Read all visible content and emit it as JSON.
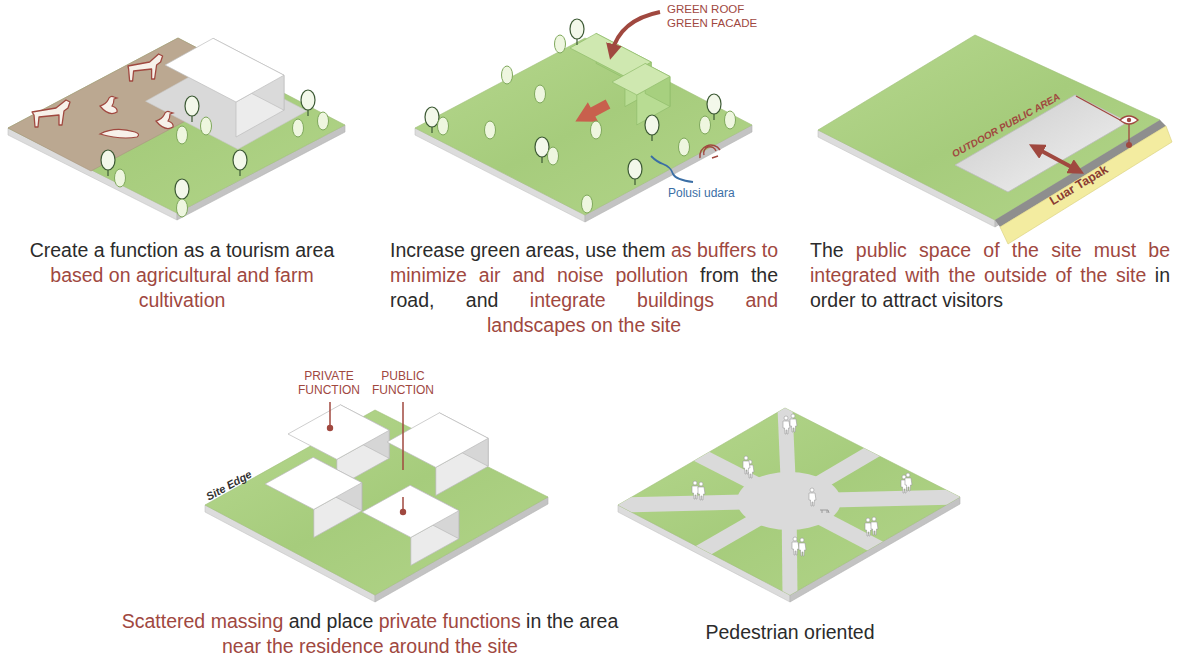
{
  "diagram": {
    "labels": [
      "GREEN ROOF GREEN FACADE",
      "Polusi udara",
      "OUTDOOR PUBLIC AREA",
      "Luar Tapak",
      "Create a function as a tourism area",
      "based on agricultural and farm cultivation",
      "Increase green areas, use them",
      "as buffers to minimize air and noise pollution",
      "from the road, and",
      "integrate buildings and landscapes on the site",
      "The",
      "public space of the site must be integrated with the outside of the site",
      "in order to attract visitors",
      "PRIVATE FUNCTION",
      "PUBLIC FUNCTION",
      "Site Edge",
      "Scattered massing",
      "and place",
      "private functions",
      "in the area",
      "near the residence around the site",
      "Pedestrian oriented"
    ]
  }
}
